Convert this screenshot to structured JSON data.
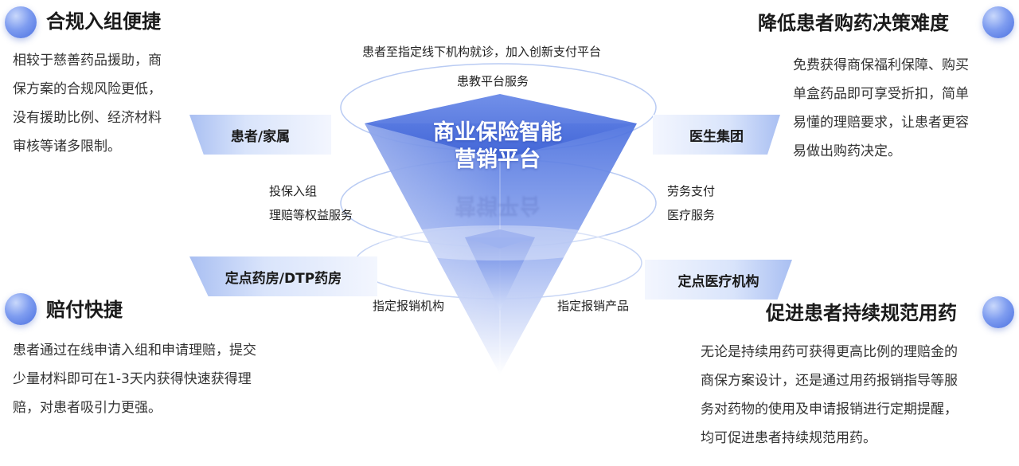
{
  "center": {
    "title_line1": "商业保险智能",
    "title_line2": "营销平台",
    "reflection": "营销平台"
  },
  "orbit_labels": {
    "top_line1": "患者至指定线下机构就诊，加入创新支付平台",
    "top_line2": "患教平台服务",
    "mid_left_line1": "投保入组",
    "mid_left_line2": "理赔等权益服务",
    "mid_right_line1": "劳务支付",
    "mid_right_line2": "医疗服务",
    "bottom_left": "指定报销机构",
    "bottom_right": "指定报销产品"
  },
  "tags": {
    "patient_family": "患者/家属",
    "doctor_group": "医生集团",
    "pharmacy": "定点药房/DTP药房",
    "medical_institution": "定点医疗机构"
  },
  "sections": {
    "top_left": {
      "heading": "合规入组便捷",
      "lines": [
        "相较于慈善药品援助，商",
        "保方案的合规风险更低，",
        "没有援助比例、经济材料",
        "审核等诸多限制。"
      ]
    },
    "top_right": {
      "heading": "降低患者购药决策难度",
      "lines": [
        "免费获得商保福利保障、购买",
        "单盒药品即可享受折扣，简单",
        "易懂的理赔要求，让患者更容",
        "易做出购药决定。"
      ]
    },
    "bottom_left": {
      "heading": "赔付快捷",
      "lines": [
        "患者通过在线申请入组和申请理赔，提交",
        "少量材料即可在1-3天内获得快速获得理",
        "赔，对患者吸引力更强。"
      ]
    },
    "bottom_right": {
      "heading": "促进患者持续规范用药",
      "lines": [
        "无论是持续用药可获得更高比例的理赔金的",
        "商保方案设计，还是通过用药报销指导等服",
        "务对药物的使用及申请报销进行定期提醒，",
        "均可促进患者持续规范用药。"
      ]
    }
  },
  "colors": {
    "accent": "#4a6fe0",
    "cone_top": "#4f74e0",
    "cone_bottom": "#ffffff",
    "ring": "#a8bdf0"
  }
}
